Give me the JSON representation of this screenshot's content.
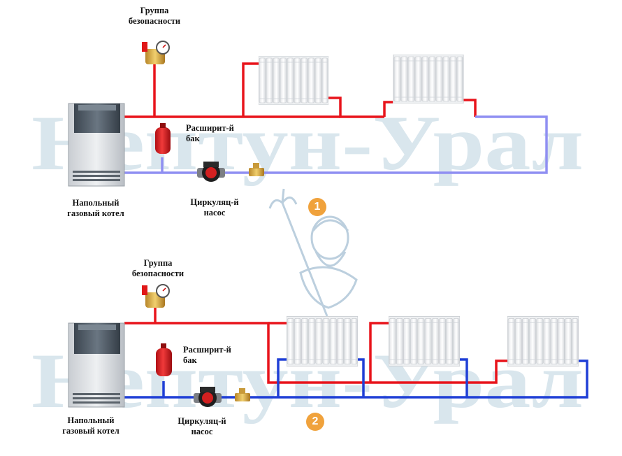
{
  "watermark": {
    "text": "Нептун-Урал",
    "color": "#b5cedc"
  },
  "colors": {
    "supply": "#e8141b",
    "return_line_top": "#8f8ff2",
    "return_line_bottom": "#1f3fd6",
    "badge": "#f0a23c"
  },
  "diagrams": [
    {
      "safety_group": "Группа\nбезопасности",
      "tank": "Расширит-й\nбак",
      "pump": "Циркуляц-й\nнасос",
      "boiler": "Напольный\nгазовый котел",
      "badge": "1"
    },
    {
      "safety_group": "Группа\nбезопасности",
      "tank": "Расширит-й\nбак",
      "pump": "Циркуляц-й\nнасос",
      "boiler": "Напольный\nгазовый котел",
      "badge": "2"
    }
  ]
}
